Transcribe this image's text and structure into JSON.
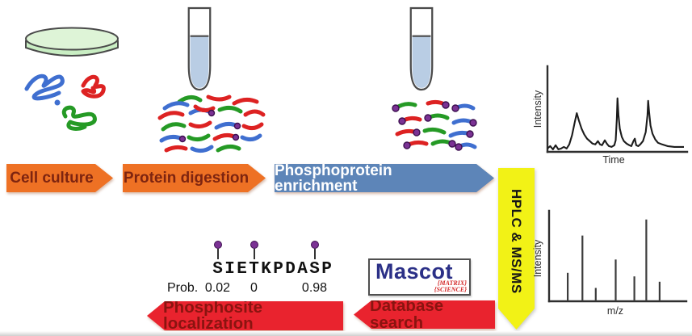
{
  "workflow": {
    "steps": [
      {
        "label": "Cell culture",
        "fill": "#ee7124",
        "text_color": "#7d2410",
        "direction": "right"
      },
      {
        "label": "Protein digestion",
        "fill": "#ee7124",
        "text_color": "#7d2410",
        "direction": "right"
      },
      {
        "label": "Phosphoprotein enrichment",
        "fill": "#5d85b8",
        "text_color": "#ffffff",
        "direction": "right"
      },
      {
        "label": "HPLC & MS/MS",
        "fill": "#f2f216",
        "text_color": "#161616",
        "direction": "down"
      },
      {
        "label": "Database search",
        "fill": "#e9232e",
        "text_color": "#8a1410",
        "direction": "left"
      },
      {
        "label": "Phosphosite localization",
        "fill": "#e9232e",
        "text_color": "#8a1410",
        "direction": "left"
      }
    ]
  },
  "mascot_logo": {
    "name": "Mascot",
    "sub_line1": "{MATRIX}",
    "sub_line2": "{SCIENCE}",
    "name_color": "#2b3087",
    "sub_color": "#d42a2a"
  },
  "phosphosite_panel": {
    "prob_label": "Prob.",
    "sequence": "SIETKPDASP",
    "sites": [
      {
        "index": 0,
        "residue": "S",
        "prob": "0.02"
      },
      {
        "index": 3,
        "residue": "T",
        "prob": "0"
      },
      {
        "index": 8,
        "residue": "S",
        "prob": "0.98"
      }
    ],
    "marker_color": "#7b3294"
  },
  "chart_data": [
    {
      "type": "line",
      "name": "chromatogram",
      "xlabel": "Time",
      "ylabel": "Intensity",
      "x_range": [
        0,
        100
      ],
      "y_range": [
        0,
        100
      ],
      "ticks": "none",
      "line_color": "#1c1c1c",
      "points": [
        [
          0,
          4
        ],
        [
          2,
          7
        ],
        [
          4,
          3
        ],
        [
          6,
          8
        ],
        [
          8,
          3
        ],
        [
          10,
          4
        ],
        [
          12,
          6
        ],
        [
          14,
          4
        ],
        [
          16,
          9
        ],
        [
          18,
          20
        ],
        [
          20,
          36
        ],
        [
          21.5,
          47
        ],
        [
          23,
          38
        ],
        [
          25,
          28
        ],
        [
          27,
          21
        ],
        [
          29,
          16
        ],
        [
          31,
          13
        ],
        [
          33,
          10
        ],
        [
          35,
          9
        ],
        [
          37,
          13
        ],
        [
          38.5,
          9
        ],
        [
          40,
          8
        ],
        [
          42,
          14
        ],
        [
          43.5,
          10
        ],
        [
          45,
          7
        ],
        [
          47,
          6
        ],
        [
          49,
          8
        ],
        [
          50,
          14
        ],
        [
          50.8,
          40
        ],
        [
          51.3,
          65
        ],
        [
          52,
          45
        ],
        [
          53,
          28
        ],
        [
          54.5,
          18
        ],
        [
          56,
          13
        ],
        [
          58,
          10
        ],
        [
          60,
          8
        ],
        [
          61.5,
          7
        ],
        [
          63,
          13
        ],
        [
          64,
          16
        ],
        [
          65,
          8
        ],
        [
          66.5,
          7
        ],
        [
          68,
          9
        ],
        [
          70,
          13
        ],
        [
          72,
          24
        ],
        [
          73.3,
          45
        ],
        [
          73.8,
          62
        ],
        [
          74.5,
          48
        ],
        [
          75.5,
          32
        ],
        [
          77,
          22
        ],
        [
          79,
          15
        ],
        [
          81,
          11
        ],
        [
          84,
          9
        ],
        [
          88,
          7
        ],
        [
          93,
          6
        ],
        [
          100,
          6
        ]
      ]
    },
    {
      "type": "bar",
      "name": "mass-spectrum",
      "xlabel": "m/z",
      "ylabel": "Intensity",
      "x_range": [
        0,
        100
      ],
      "y_range": [
        0,
        100
      ],
      "ticks": "none",
      "line_color": "#3c3c3c",
      "sticks": [
        [
          14,
          32
        ],
        [
          25,
          74
        ],
        [
          35,
          15
        ],
        [
          50,
          47
        ],
        [
          64,
          28
        ],
        [
          73,
          92
        ],
        [
          83,
          22
        ]
      ]
    }
  ],
  "illustration_colors": {
    "protein_blue": "#3f6fd0",
    "protein_red": "#dd2222",
    "protein_green": "#259a25",
    "phospho_purple": "#7b3294",
    "tube_liquid": "#b9cde4",
    "dish_medium": "#c9eec3"
  }
}
